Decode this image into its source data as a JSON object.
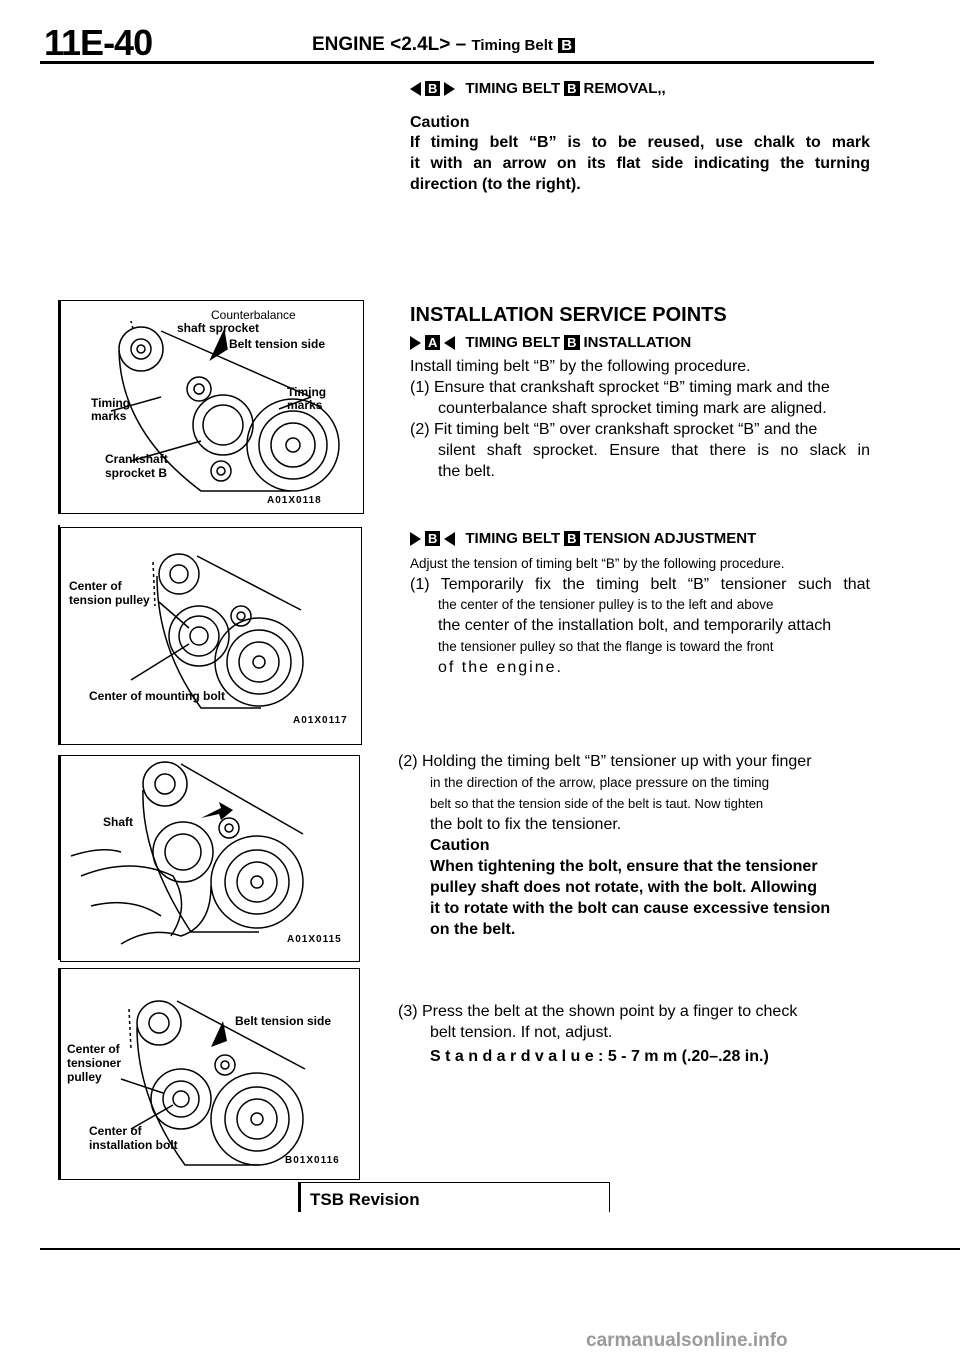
{
  "header": {
    "page_number": "11E-40",
    "section": "ENGINE",
    "engine": "<2.4L>",
    "dash": "–",
    "topic": "Timing Belt",
    "topic_letter": "B"
  },
  "removal": {
    "marker": "B",
    "heading_pre": "TIMING BELT",
    "letter": "B",
    "heading_post": "REMOVAL,,",
    "caution_title": "Caution",
    "caution_lines": [
      "If timing belt “B” is to be reused, use chalk to mark",
      "it with an arrow on its flat side indicating the turning",
      "direction (to the right)."
    ]
  },
  "installation": {
    "title": "INSTALLATION SERVICE POINTS",
    "install": {
      "marker": "A",
      "heading_pre": "TIMING BELT",
      "letter": "B",
      "heading_post": "INSTALLATION",
      "intro": "Install timing belt “B” by the following procedure.",
      "step1_lines": [
        "(1) Ensure that crankshaft sprocket “B” timing mark and the",
        "counterbalance shaft sprocket timing mark are aligned."
      ],
      "step2_lines": [
        "(2) Fit timing belt “B” over crankshaft sprocket “B” and the",
        "silent shaft sprocket. Ensure that there is no slack in",
        "the belt."
      ]
    },
    "tension": {
      "marker": "B",
      "heading_pre": "TIMING BELT",
      "letter": "B",
      "heading_post": "TENSION ADJUSTMENT",
      "intro": "Adjust the tension of timing belt “B” by the following procedure.",
      "step1_lines": [
        "(1) Temporarily fix the timing belt “B” tensioner such that",
        "the center of the tensioner pulley is to the left and above",
        "the center of the installation bolt, and temporarily attach",
        "the tensioner pulley so that the flange is toward the front",
        "of the engine."
      ],
      "step2_lines": [
        "(2) Holding the timing belt “B” tensioner up with your finger",
        "in the direction of the arrow, place pressure on the timing",
        "belt so that the tension side of the belt is taut. Now tighten",
        "the bolt to fix the tensioner."
      ],
      "caution_title": "Caution",
      "caution_lines": [
        "When tightening the bolt, ensure that the tensioner",
        "pulley shaft does not rotate, with the bolt. Allowing",
        "it to rotate with the bolt can cause excessive tension",
        "on the belt."
      ],
      "step3_lines": [
        "(3) Press the belt at the shown point by a finger to check",
        "belt tension. If not, adjust."
      ],
      "standard_value": "S t a n d a r d   v a l u e :   5 - 7   m m   (.20–.28  in.)"
    }
  },
  "figures": [
    {
      "code": "A01X0118",
      "labels": [
        "Counterbalance",
        "shaft sprocket",
        "Belt tension side",
        "Timing",
        "marks",
        "Timing",
        "marks",
        "Crankshaft",
        "sprocket B"
      ]
    },
    {
      "code": "A01X0117",
      "labels": [
        "Center of",
        "tension pulley",
        "Center of mounting bolt"
      ]
    },
    {
      "code": "A01X0115",
      "labels": [
        "Shaft"
      ]
    },
    {
      "code": "B01X0116",
      "labels": [
        "Belt tension side",
        "Center of",
        "tensioner",
        "pulley",
        "Center of",
        "installation bolt"
      ]
    }
  ],
  "footer": {
    "tsb": "TSB Revision",
    "watermark": "carmanualsonline.info"
  }
}
